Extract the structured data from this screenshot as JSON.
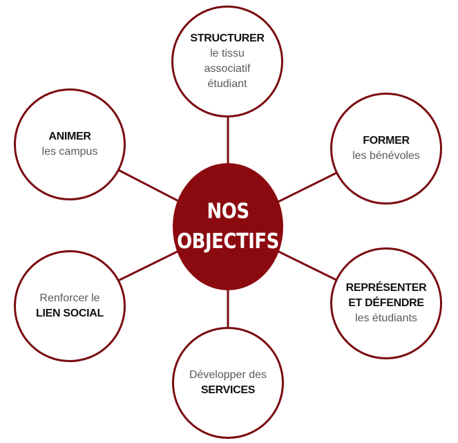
{
  "center": {
    "line1": "NOS",
    "line2": "OBJECTIFS"
  },
  "nodes": {
    "structurer": {
      "title": "STRUCTURER",
      "line1": "le tissu",
      "line2": "associatif",
      "line3": "étudiant"
    },
    "former": {
      "title": "FORMER",
      "line1": "les bénévoles"
    },
    "representer": {
      "title1": "REPRÉSENTER",
      "title2": "ET DÉFENDRE",
      "line1": "les étudiants"
    },
    "developper": {
      "line1": "Développer des",
      "title": "SERVICES"
    },
    "renforcer": {
      "line1": "Renforcer le",
      "title": "LIEN SOCIAL"
    },
    "animer": {
      "title": "ANIMER",
      "line1": "les campus"
    }
  },
  "colors": {
    "accent": "#8b0a10",
    "stroke": "#7a0c12",
    "background": "#ffffff"
  }
}
